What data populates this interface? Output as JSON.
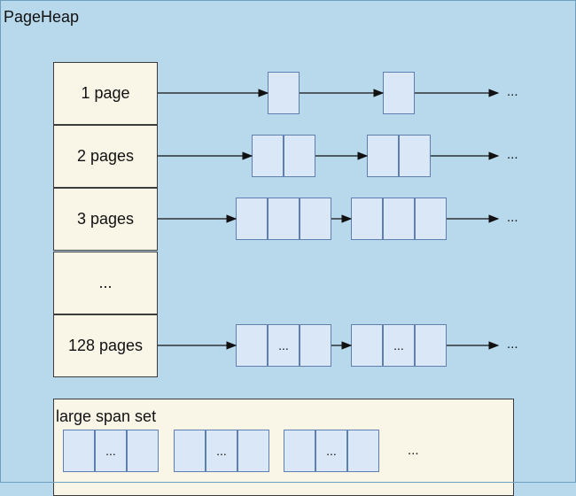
{
  "title": "PageHeap",
  "rows": [
    {
      "label": "1 page",
      "groups": [
        [
          ""
        ],
        [
          ""
        ]
      ],
      "trail": "..."
    },
    {
      "label": "2 pages",
      "groups": [
        [
          "",
          ""
        ],
        [
          "",
          ""
        ]
      ],
      "trail": "..."
    },
    {
      "label": "3 pages",
      "groups": [
        [
          "",
          "",
          ""
        ],
        [
          "",
          "",
          ""
        ]
      ],
      "trail": "..."
    },
    {
      "label": "...",
      "groups": [],
      "trail": ""
    },
    {
      "label": "128 pages",
      "groups": [
        [
          "",
          "...",
          ""
        ],
        [
          "",
          "...",
          ""
        ]
      ],
      "trail": "..."
    }
  ],
  "large_span_set": {
    "label": "large span set",
    "groups": [
      [
        "",
        "...",
        ""
      ],
      [
        "",
        "...",
        ""
      ],
      [
        "",
        "...",
        ""
      ]
    ],
    "trail": "..."
  },
  "colors": {
    "background": "#b8d9ec",
    "bucket_fill": "#f9f6e8",
    "span_fill": "#dae7f7",
    "span_border": "#5f7fb0"
  }
}
